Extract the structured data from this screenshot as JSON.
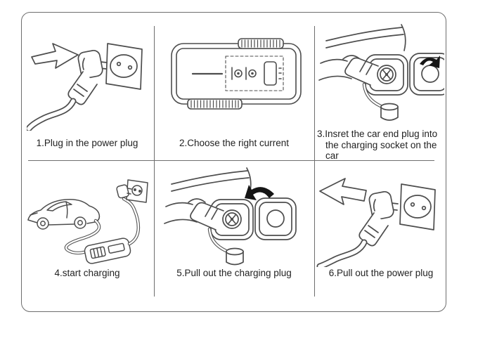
{
  "colors": {
    "background": "#ffffff",
    "line_art": "#4d4d4d",
    "border": "#6e6e6e",
    "text": "#222222",
    "black_arrow": "#151515"
  },
  "diagram": {
    "type": "instruction-steps",
    "rows": 2,
    "columns": 3
  },
  "steps": [
    {
      "caption": "1.Plug in the power plug",
      "icon": "power-plug-into-wall-socket-icon",
      "arrow": "outline-arrow-pointing-right"
    },
    {
      "caption": "2.Choose the right current",
      "icon": "charger-current-selector-icon",
      "arrow": "line-arrow-toward-selector"
    },
    {
      "caption": "3.Insret the car end plug into the charging socket on the car",
      "caption_lines": [
        "3.Insret the car end plug into",
        "the charging socket on the",
        "car"
      ],
      "icon": "insert-plug-into-car-charging-socket-icon",
      "arrow": "black-curved-arrow-clockwise"
    },
    {
      "caption": "4.start charging",
      "icon": "car-connected-to-charger-box-and-outlet-icon"
    },
    {
      "caption": "5.Pull out the charging plug",
      "icon": "pull-plug-from-car-charging-socket-icon",
      "arrow": "black-curved-arrow-counterclockwise"
    },
    {
      "caption": "6.Pull out the power plug",
      "icon": "pull-power-plug-from-wall-socket-icon",
      "arrow": "outline-arrow-pointing-left"
    }
  ]
}
